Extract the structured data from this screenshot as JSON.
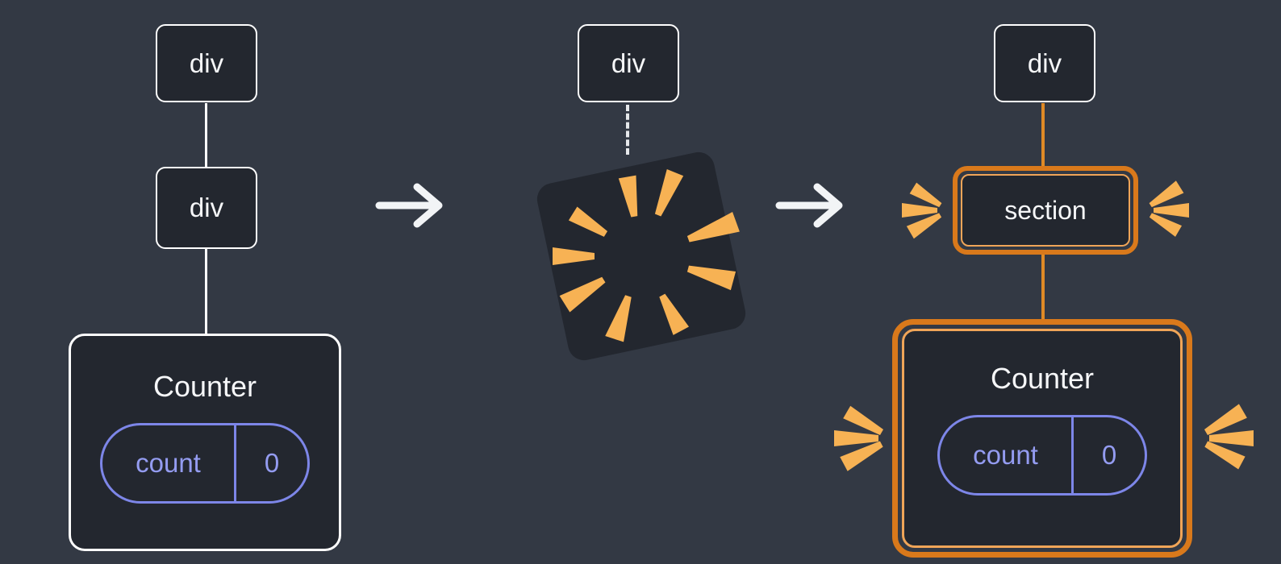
{
  "diagram": {
    "left_tree": {
      "node_top": "div",
      "node_mid": "div",
      "counter": {
        "title": "Counter",
        "state_key": "count",
        "state_value": "0"
      }
    },
    "middle_tree": {
      "node_top": "div"
    },
    "right_tree": {
      "node_top": "div",
      "section_label": "section",
      "counter": {
        "title": "Counter",
        "state_key": "count",
        "state_value": "0"
      }
    }
  },
  "colors": {
    "background": "#333944",
    "node_fill": "#23272F",
    "node_border": "#FFFFFF",
    "text": "#F6F7F9",
    "state_purple": "#8F97F1",
    "highlight_orange": "#D9791B",
    "highlight_inner_orange": "#F0A558",
    "spark_orange": "#F7B254",
    "arrow_white": "#F2F4F6"
  }
}
